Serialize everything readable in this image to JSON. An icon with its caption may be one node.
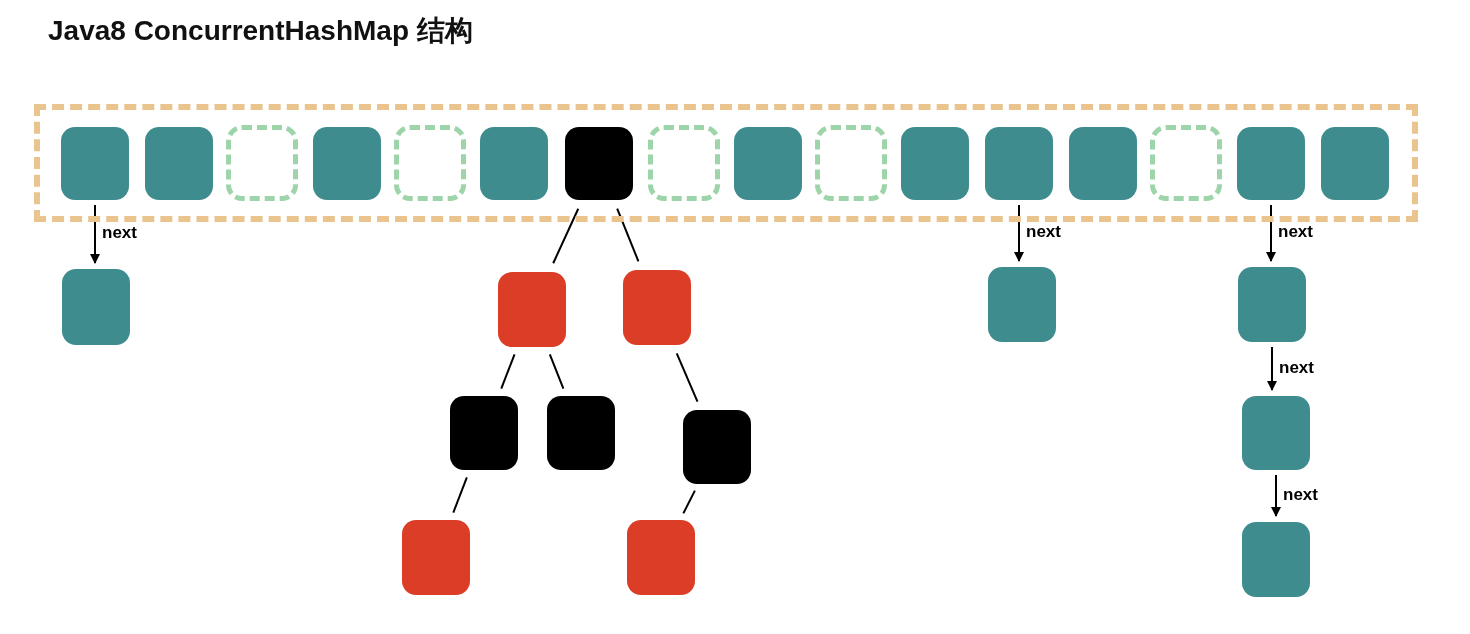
{
  "diagram": {
    "title": "Java8 ConcurrentHashMap 结构",
    "nodes": [
      {
        "text": [],
        "shape": "box"
      },
      {
        "text": [],
        "shape": "box",
        "in": 0
      },
      {
        "text": [],
        "shape": "box",
        "in": 0
      },
      {
        "text": [],
        "shape": "box",
        "in": 0
      },
      {
        "text": [],
        "shape": "box",
        "in": 0
      },
      {
        "text": [],
        "shape": "box",
        "in": 0
      },
      {
        "text": [],
        "shape": "box",
        "in": 0
      },
      {
        "text": [],
        "shape": "box",
        "in": 0
      },
      {
        "text": [],
        "shape": "box",
        "in": 0
      },
      {
        "text": [],
        "shape": "box",
        "in": 0
      },
      {
        "text": [],
        "shape": "box",
        "in": 0
      },
      {
        "text": [],
        "shape": "box",
        "in": 0
      },
      {
        "text": [],
        "shape": "box",
        "in": 0
      },
      {
        "text": [],
        "shape": "box",
        "in": 0
      },
      {
        "text": [],
        "shape": "box",
        "in": 0
      },
      {
        "text": [],
        "shape": "box",
        "in": 0
      },
      {
        "text": [],
        "shape": "box",
        "in": 0
      },
      {
        "text": [],
        "shape": "box"
      },
      {
        "text": [],
        "shape": "box"
      },
      {
        "text": [],
        "shape": "box"
      },
      {
        "text": [],
        "shape": "box"
      },
      {
        "text": [],
        "shape": "box"
      },
      {
        "text": [],
        "shape": "box"
      },
      {
        "text": [],
        "shape": "box"
      },
      {
        "text": [],
        "shape": "box"
      },
      {
        "text": [],
        "shape": "box"
      },
      {
        "text": [],
        "shape": "box"
      },
      {
        "text": [],
        "shape": "box"
      },
      {
        "text": [],
        "shape": "box"
      }
    ],
    "edges": [
      {
        "from": 1,
        "to": 17,
        "arrow": "to",
        "label": "next"
      },
      {
        "from": 7,
        "to": 18,
        "arrow": "none"
      },
      {
        "from": 7,
        "to": 19,
        "arrow": "none"
      },
      {
        "from": 18,
        "to": 20,
        "arrow": "none"
      },
      {
        "from": 18,
        "to": 21,
        "arrow": "none"
      },
      {
        "from": 19,
        "to": 22,
        "arrow": "none"
      },
      {
        "from": 20,
        "to": 23,
        "arrow": "none"
      },
      {
        "from": 22,
        "to": 24,
        "arrow": "none"
      },
      {
        "from": 12,
        "to": 25,
        "arrow": "to",
        "label": "next"
      },
      {
        "from": 15,
        "to": 26,
        "arrow": "to",
        "label": "next"
      },
      {
        "from": 26,
        "to": 27,
        "arrow": "to",
        "label": "next"
      },
      {
        "from": 27,
        "to": 28,
        "arrow": "to",
        "label": "next"
      }
    ]
  }
}
